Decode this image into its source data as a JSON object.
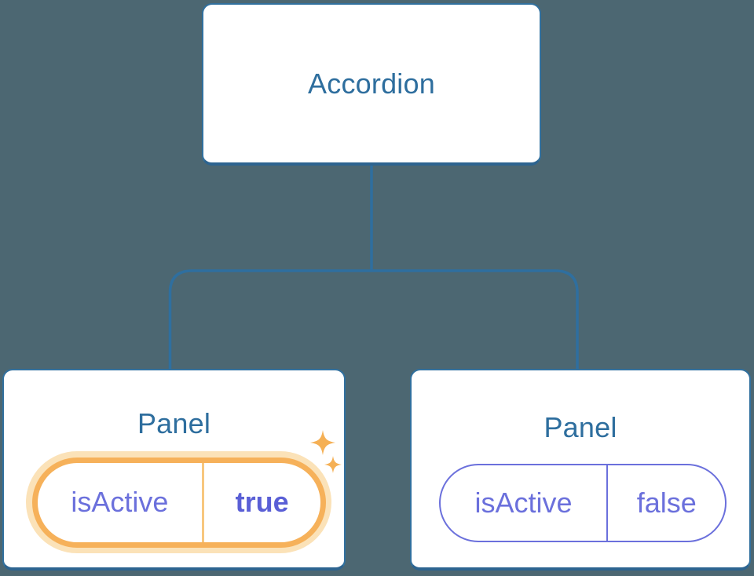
{
  "diagram": {
    "description": "Component tree diagram: Accordion parent with two Panel children showing isActive state",
    "root": {
      "label": "Accordion"
    },
    "children": [
      {
        "label": "Panel",
        "state": {
          "key": "isActive",
          "value": "true"
        },
        "highlighted": true
      },
      {
        "label": "Panel",
        "state": {
          "key": "isActive",
          "value": "false"
        },
        "highlighted": false
      }
    ]
  },
  "icons": {
    "sparkle_large": "sparkle-icon",
    "sparkle_small": "sparkle-icon"
  },
  "colors": {
    "background": "#4C6772",
    "node_fill": "#FFFFFF",
    "node_border": "#31709E",
    "node_border_bottom": "#2D6490",
    "connector": "#2F6F9F",
    "title_text": "#2E6E9E",
    "state_text": "#6B70DC",
    "state_text_active": "#5A5FD6",
    "pill_border_inactive": "#6B70DC",
    "pill_border_active": "#F6B15A",
    "pill_glow": "#FBE2B8",
    "pill_divider_active": "#F8C77E",
    "sparkle": "#F5B055"
  }
}
